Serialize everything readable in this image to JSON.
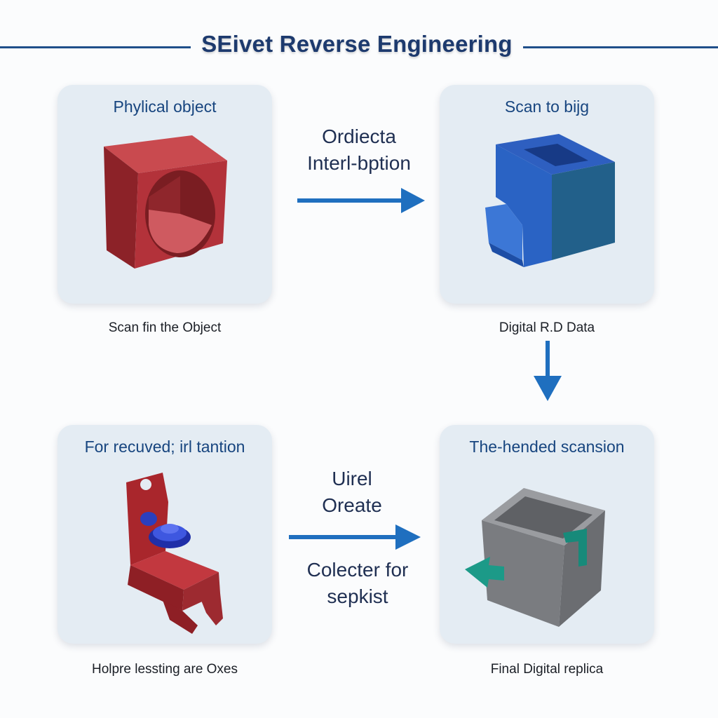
{
  "header": {
    "title": "SEivet Reverse Engineering"
  },
  "panels": {
    "top_left": {
      "title": "Phylical object",
      "caption": "Scan fin the Object",
      "art": "red-cube-with-hollow-icon"
    },
    "top_right": {
      "title": "Scan to bijg",
      "caption": "Digital R.D Data",
      "art": "blue-3d-scan-model-icon"
    },
    "bottom_left": {
      "title": "For recuved; irl tantion",
      "caption": "Holpre lessting are Oxes",
      "art": "red-mechanical-part-icon"
    },
    "bottom_right": {
      "title": "The-hended scansion",
      "caption": "Final Digital replica",
      "art": "gray-box-replica-icon"
    }
  },
  "connectors": {
    "top_arrow_text": [
      "Ordiecta",
      "Interl-bption"
    ],
    "bottom_arrow_text_upper": [
      "Uirel",
      "Oreate"
    ],
    "bottom_arrow_text_lower": [
      "Colecter for",
      "sepkist"
    ]
  },
  "colors": {
    "accent": "#1f6fbf",
    "title": "#1d3a6e",
    "panel_bg": "#e4ecf3",
    "red_object": "#b3323a",
    "blue_model": "#2a63c4",
    "gray_replica": "#7a7c80",
    "teal_arrow": "#1c9a88"
  }
}
